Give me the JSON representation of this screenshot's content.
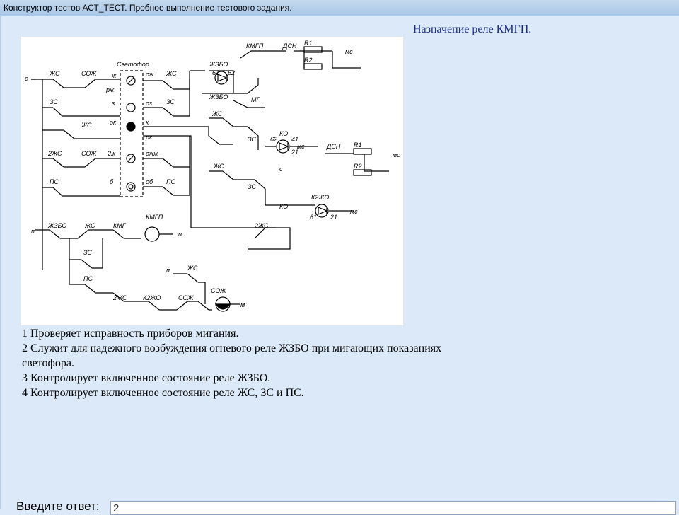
{
  "window": {
    "title": "Конструктор тестов АСТ_ТЕСТ. Пробное выполнение тестового задания."
  },
  "question": {
    "title": "Назначение реле КМГП."
  },
  "diagram": {
    "labels": {
      "svetofor": "Светофор",
      "c": "с",
      "p": "п",
      "m": "м",
      "ms": "мс",
      "zhs": "ЖС",
      "szh": "СОЖ",
      "zs": "ЗС",
      "ps": "ПС",
      "zhs2": "2ЖС",
      "zh": "ж",
      "rzh": "рж",
      "z": "з",
      "ok": "ок",
      "rzh2": "2ж",
      "b": "б",
      "ozh": "ож",
      "oz": "оз",
      "k": "к",
      "rk": "рк",
      "ozh2": "ожж",
      "ob": "об",
      "kmgp": "КМГП",
      "dsn": "ДСН",
      "r1": "R1",
      "r2": "R2",
      "mg": "МГ",
      "zhzbo": "ЖЗБО",
      "ko": "КО",
      "k2zho": "К2ЖО",
      "kmg": "КМГ",
      "szh2": "СОЖ",
      "n61": "61",
      "n62": "62",
      "n41": "41",
      "n21": "21"
    }
  },
  "answers": [
    "1 Проверяет исправность приборов мигания.",
    "2 Служит для надежного возбуждения огневого реле ЖЗБО при мигающих показаниях светофора.",
    "3 Контролирует включенное состояние реле ЖЗБО.",
    "4 Контролирует включенное состояние реле ЖС, ЗС и ПС."
  ],
  "input": {
    "prompt": "Введите ответ:",
    "value": "2"
  }
}
